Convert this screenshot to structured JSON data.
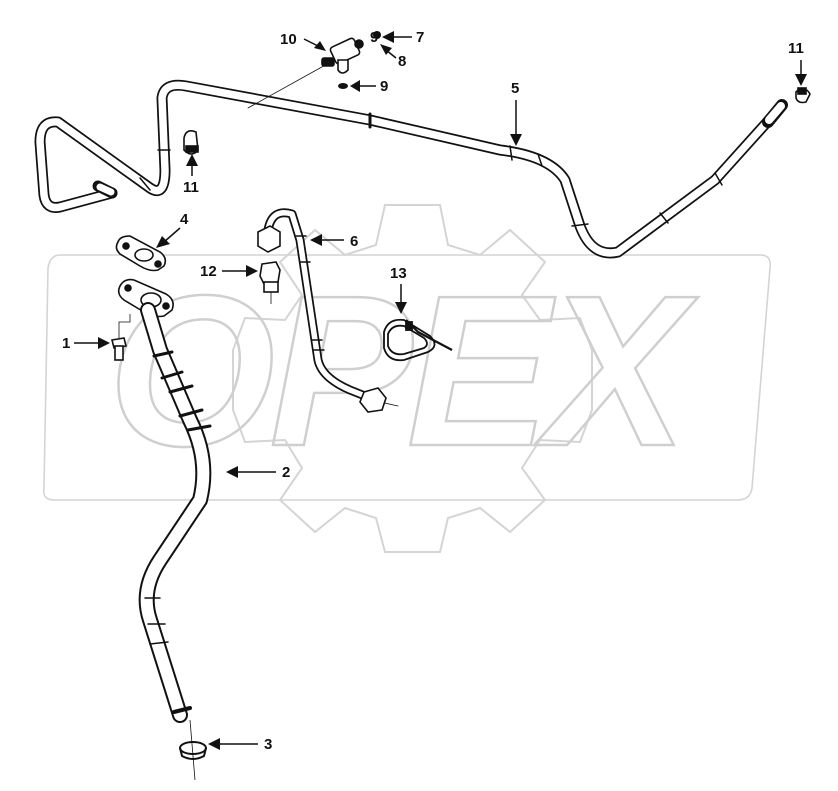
{
  "watermark": {
    "text": "OPEX",
    "color": "#d0d0d0"
  },
  "callouts": {
    "c1": "1",
    "c2": "2",
    "c3": "3",
    "c4": "4",
    "c5": "5",
    "c6": "6",
    "c7": "7",
    "c8": "8",
    "c9a": "9",
    "c9b": "9",
    "c10": "10",
    "c11a": "11",
    "c11b": "11",
    "c12": "12",
    "c13": "13"
  },
  "colors": {
    "line": "#111111",
    "pipe_fill": "#ffffff",
    "watermark": "#d0d0d0"
  }
}
